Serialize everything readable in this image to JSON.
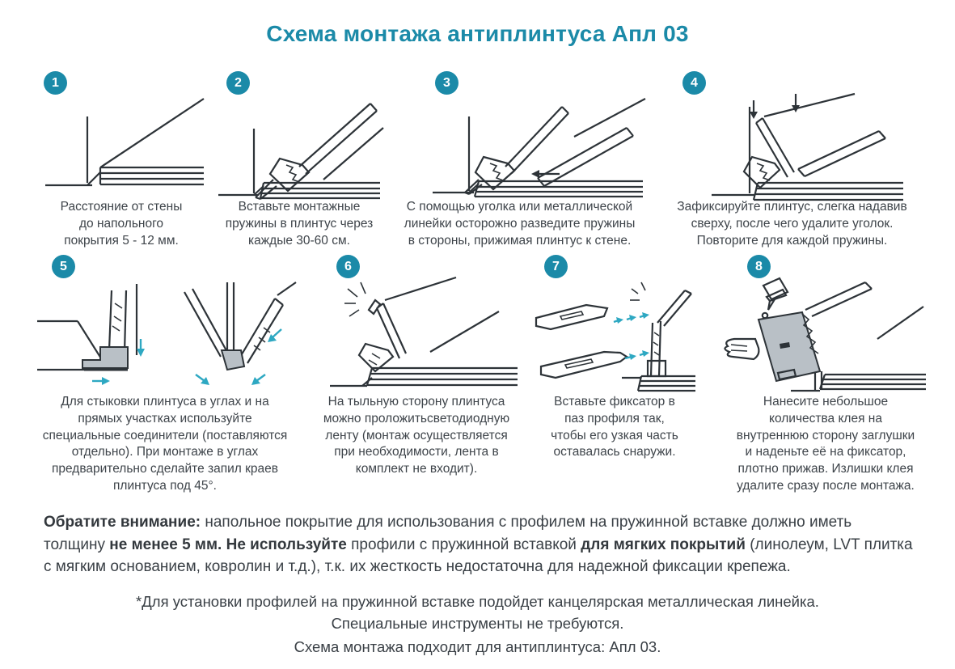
{
  "title": "Схема монтажа антиплинтуса Апл 03",
  "colors": {
    "accent_teal": "#1b8aa8",
    "arrow_teal": "#2ea8c2",
    "line_dark": "#2d3338",
    "connector_gray": "#b9c0c6",
    "text": "#3a4046"
  },
  "steps": [
    {
      "number": "1",
      "caption": "Расстояние от стены\nдо напольного\nпокрытия 5 - 12 мм."
    },
    {
      "number": "2",
      "caption": "Вставьте монтажные\nпружины в плинтус через\nкаждые 30-60 см."
    },
    {
      "number": "3",
      "caption": "С помощью уголка или металлической\nлинейки осторожно разведите пружины\nв стороны, прижимая плинтус к стене."
    },
    {
      "number": "4",
      "caption": "Зафиксируйте плинтус, слегка надавив\nсверху, после чего удалите уголок.\nПовторите для каждой пружины."
    },
    {
      "number": "5",
      "caption": "Для стыковки плинтуса в углах и на\nпрямых участках используйте\nспециальные соединители (поставляются\nотдельно). При монтаже в углах\nпредварительно сделайте запил краев\nплинтуса под 45°."
    },
    {
      "number": "6",
      "caption": "На тыльную сторону плинтуса\nможно проложитьсветодиодную\nленту (монтаж осуществляется\nпри необходимости, лента в\nкомплект не входит)."
    },
    {
      "number": "7",
      "caption": "Вставьте фиксатор в\nпаз профиля так,\nчтобы его узкая часть\nоставалась снаружи."
    },
    {
      "number": "8",
      "caption": "Нанесите небольшое\nколичества клея на\nвнутреннюю сторону заглушки\nи наденьте её на фиксатор,\nплотно прижав. Излишки клея\nудалите сразу после монтажа."
    }
  ],
  "notice": {
    "parts": [
      {
        "text": "Обратите внимание: ",
        "bold": true
      },
      {
        "text": "напольное покрытие для использования с профилем на пружинной вставке должно иметь толщину ",
        "bold": false
      },
      {
        "text": "не менее 5 мм. Не используйте ",
        "bold": true
      },
      {
        "text": "профили с пружинной вставкой ",
        "bold": false
      },
      {
        "text": "для мягких покрытий ",
        "bold": true
      },
      {
        "text": "(линолеум, LVT плитка с мягким основанием, ковролин и т.д.), т.к. их жесткость недостаточна для надежной фиксации крепежа.",
        "bold": false
      }
    ]
  },
  "footnote": "*Для установки профилей на пружинной вставке подойдет канцелярская металлическая линейка.\nСпециальные инструменты не требуются.",
  "compatibility": "Схема монтажа подходит для антиплинтуса:  Апл 03."
}
